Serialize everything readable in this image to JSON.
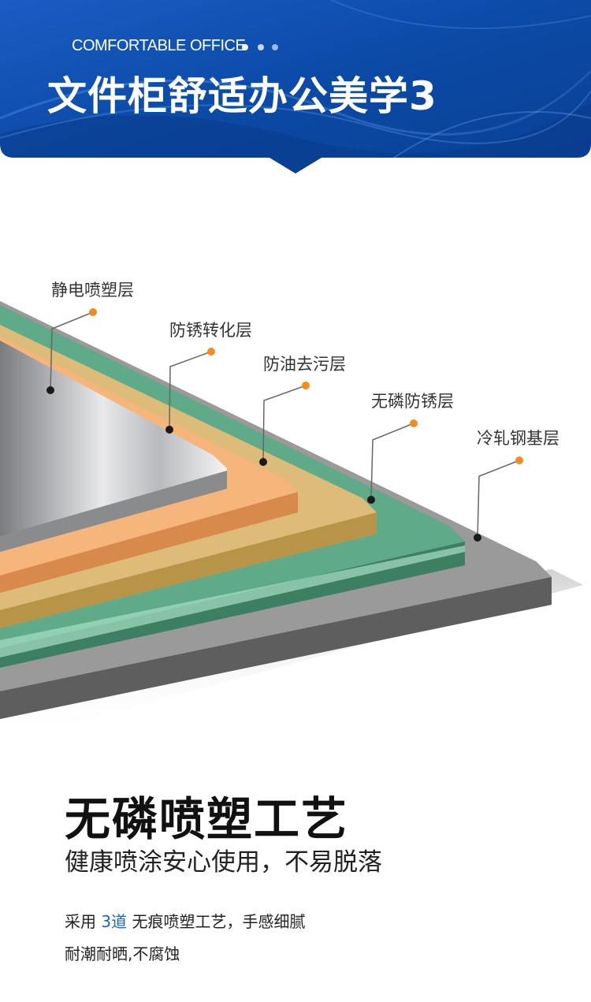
{
  "banner": {
    "subtitle": "COMFORTABLE OFFICE",
    "title": "文件柜舒适办公美学3",
    "background_color": "#0b4aa6",
    "dot_colors": [
      "#ffffff",
      "#c9d8f2",
      "#9db9e6"
    ]
  },
  "layers": [
    {
      "label": "静电喷塑层",
      "color": "#d9dadc"
    },
    {
      "label": "防锈转化层",
      "color": "#f2a96a"
    },
    {
      "label": "防油去污层",
      "color": "#d6b36a"
    },
    {
      "label": "无磷防锈层",
      "color": "#4f9a79"
    },
    {
      "label": "冷轧钢基层",
      "color": "#6b6b6b"
    }
  ],
  "marker_color": "#f28c1e",
  "content": {
    "heading": "无磷喷塑工艺",
    "subheading": "健康喷涂安心使用，不易脱落",
    "desc_line1_prefix": "采用 ",
    "desc_line1_highlight": "3道",
    "desc_line1_suffix": " 无痕喷塑工艺，手感细腻",
    "desc_line2": "耐潮耐晒,不腐蚀",
    "highlight_color": "#1b64c7"
  }
}
